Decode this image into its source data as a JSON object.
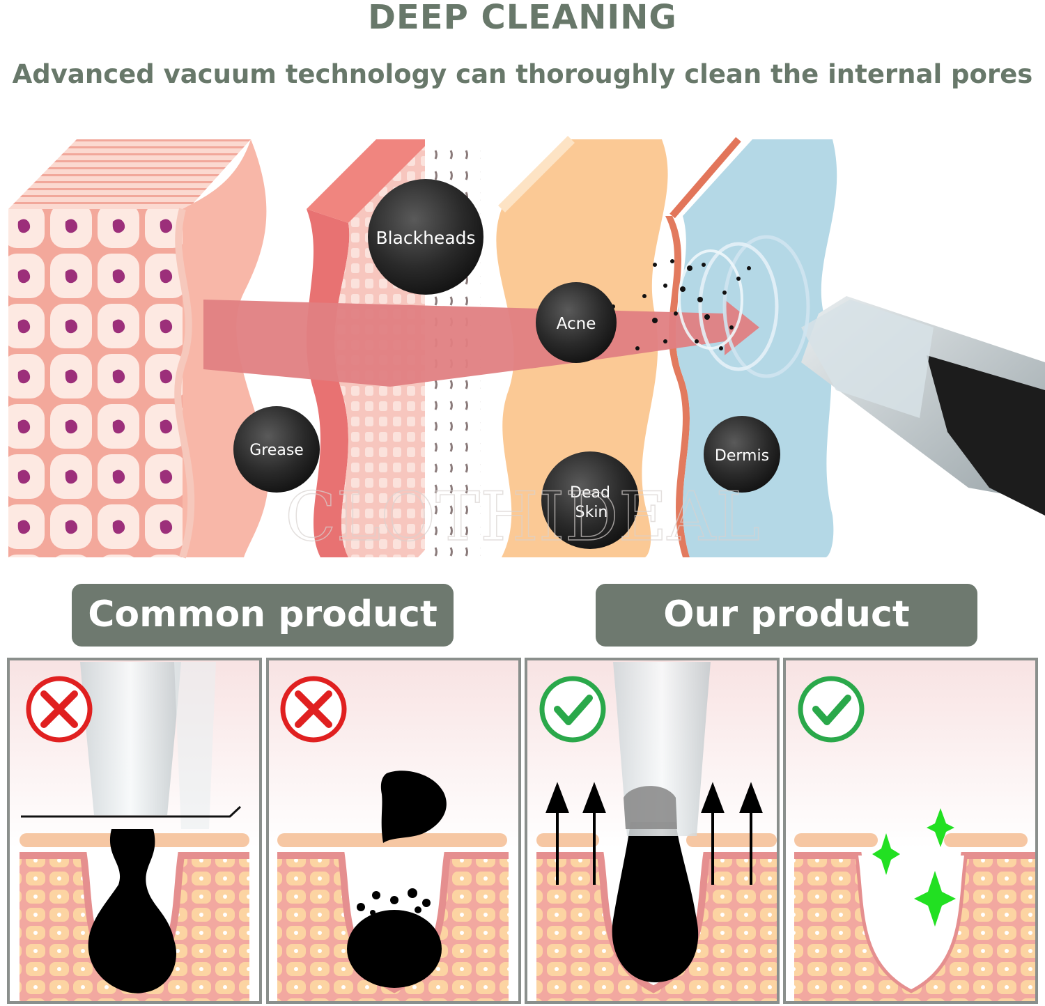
{
  "heading": {
    "title": "DEEP CLEANING",
    "subtitle": "Advanced vacuum technology can thoroughly clean the internal pores"
  },
  "layers": {
    "grease": "Grease",
    "blackheads": "Blackheads",
    "acne": "Acne",
    "dead_skin_line1": "Dead",
    "dead_skin_line2": "Skin",
    "dermis": "Dermis"
  },
  "watermark": "CLOTHIDEAL",
  "comparison": {
    "common_label": "Common product",
    "our_label": "Our product",
    "common_mark": "cross-icon",
    "our_mark": "check-icon"
  },
  "colors": {
    "heading": "#68786a",
    "tag_bg": "#6e796f",
    "bubble": "#2b2b2b",
    "cross": "#e02020",
    "check": "#2aa84a",
    "sparkle": "#22e022"
  }
}
